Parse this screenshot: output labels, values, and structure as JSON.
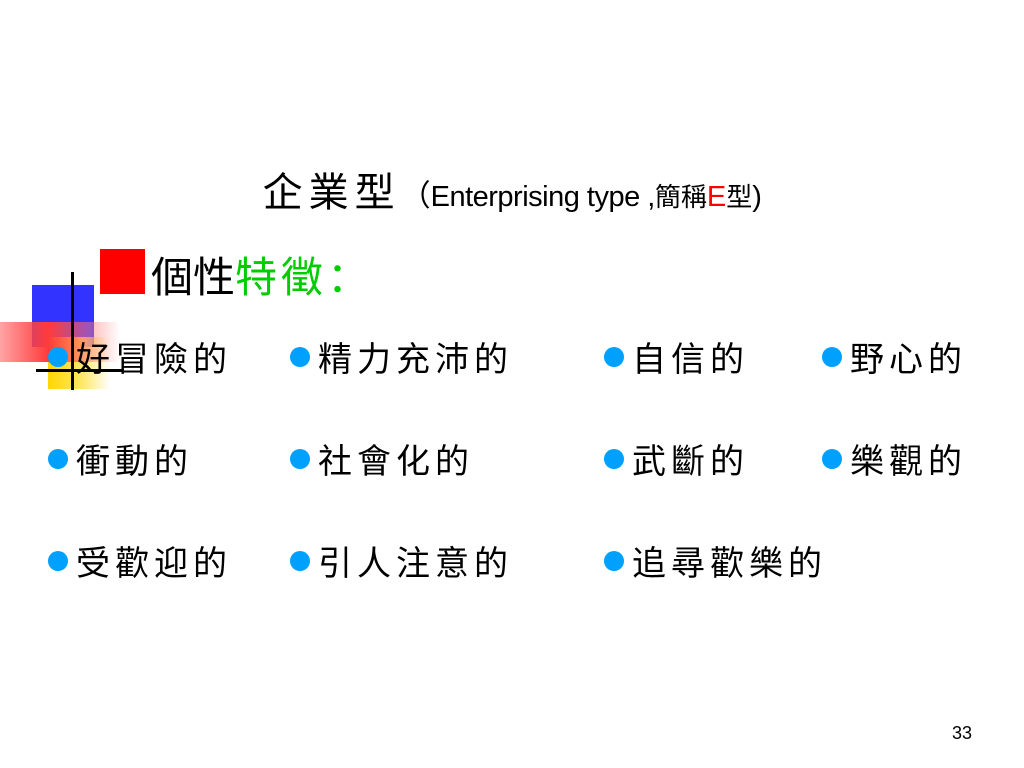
{
  "title": {
    "main": "企業型",
    "open_paren": "（",
    "english": "Enterprising type ,",
    "short": "簡稱",
    "letter": "E",
    "suffix": "型",
    "close_paren": ")"
  },
  "heading": {
    "label": "個性",
    "highlight": "特徵：",
    "highlight_color": "#00cc00",
    "bullet_color": "#ff0000"
  },
  "bullet_color": "#00a0ff",
  "traits": [
    [
      "好冒險的",
      "精力充沛的",
      "自信的",
      "野心的"
    ],
    [
      "衝動的",
      "社會化的",
      "武斷的",
      "樂觀的"
    ],
    [
      "受歡迎的",
      "引人注意的",
      "追尋歡樂的"
    ]
  ],
  "page_number": "33"
}
